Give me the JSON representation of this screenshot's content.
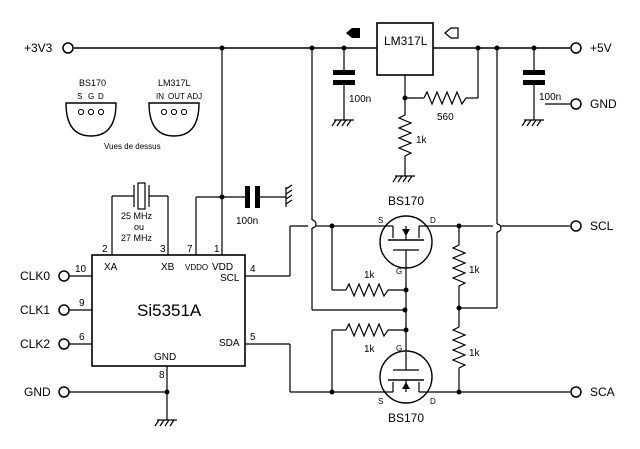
{
  "ports": {
    "v3": "+3V3",
    "v5": "+5V",
    "gnd_right": "GND",
    "scl": "SCL",
    "sca": "SCA",
    "clk0": "CLK0",
    "clk1": "CLK1",
    "clk2": "CLK2",
    "gnd_left": "GND"
  },
  "regulator": {
    "name": "LM317L"
  },
  "chip": {
    "name": "Si5351A",
    "pin_labels": {
      "xa": "XA",
      "xb": "XB",
      "vddo": "VDDO",
      "vdd": "VDD",
      "scl": "SCL",
      "sda": "SDA",
      "gnd": "GND"
    },
    "pin_numbers": {
      "p1": "1",
      "p2": "2",
      "p3": "3",
      "p4": "4",
      "p5": "5",
      "p6": "6",
      "p7": "7",
      "p8": "8",
      "p9": "9",
      "p10": "10"
    }
  },
  "crystal": {
    "line1": "25 MHz",
    "line2": "ou",
    "line3": "27 MHz"
  },
  "capacitors": {
    "c_reg_in": "100n",
    "c_out": "100n",
    "c_vddo": "100n"
  },
  "resistors": {
    "r_adj_top": "560",
    "r_adj_bottom": "1k",
    "r_gate1": "1k",
    "r_gate2": "1k",
    "r_pull1": "1k",
    "r_pull2": "1k"
  },
  "transistors": {
    "top": {
      "name": "BS170",
      "s": "S",
      "g": "G",
      "d": "D"
    },
    "bottom": {
      "name": "BS170",
      "s": "S",
      "g": "G",
      "d": "D"
    }
  },
  "packages": {
    "bs170": {
      "name": "BS170",
      "p1": "S",
      "p2": "G",
      "p3": "D"
    },
    "lm317l": {
      "name": "LM317L",
      "p1": "IN",
      "p2": "OUT",
      "p3": "ADJ"
    },
    "caption": "Vues de dessus"
  }
}
